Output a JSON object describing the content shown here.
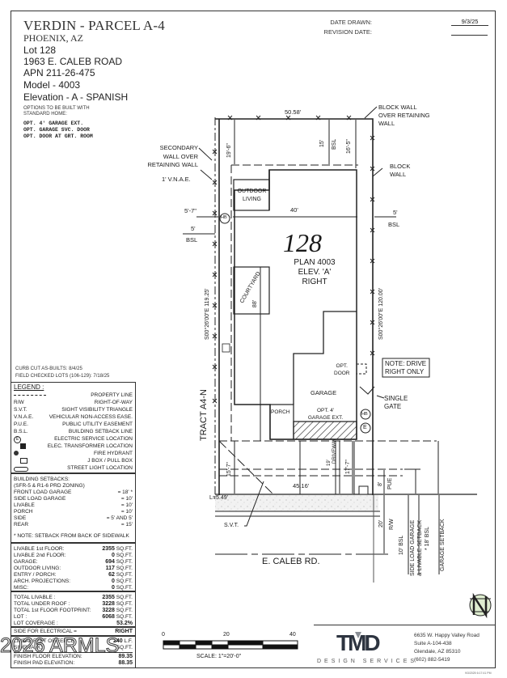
{
  "header": {
    "title": "VERDIN - PARCEL A-4",
    "city": "PHOENIX, AZ",
    "lot": "Lot  128",
    "address": "1963 E. CALEB ROAD",
    "apn": "APN 211-26-475",
    "model": "Model - 4003",
    "elevation": "Elevation - A - SPANISH",
    "options_heading": [
      "OPTIONS TO BE BUILT WITH",
      "STANDARD HOME:"
    ],
    "options": [
      "OPT. 4' GARAGE EXT.",
      "OPT. GARAGE SVC. DOOR",
      "OPT. DOOR AT GRT. ROOM"
    ]
  },
  "dates": {
    "drawn_label": "DATE DRAWN:",
    "drawn_value": "9/3/25",
    "revision_label": "REVISION DATE:",
    "revision_value": ""
  },
  "plan": {
    "lot_number": "128",
    "plan_label": "PLAN 4003",
    "elev_label": "ELEV. 'A'",
    "orientation": "RIGHT",
    "rooms": {
      "outdoor_living": [
        "OUTDOOR",
        "LIVING"
      ],
      "courtyard": "COURTYARD",
      "courtyard_dim": "88'",
      "garage": "GARAGE",
      "garage_ext": [
        "OPT. 4'",
        "GARAGE EXT."
      ],
      "opt_door": [
        "OPT.",
        "DOOR"
      ],
      "porch": "PORCH",
      "driveway": "DRIVEWAY"
    },
    "dimensions": {
      "top_width": "50.58'",
      "rear_setback_19_6": "19'-6\"",
      "rear_15": "15'",
      "rear_bsl": "BSL",
      "rear_16_5": "16'-5\"",
      "house_width": "40'",
      "left_5_7": "5'-7\"",
      "left_5": "5'",
      "left_bsl": "BSL",
      "right_5": "5'",
      "right_bsl": "BSL",
      "left_bearing": "S00°26'00\"E 119.25'",
      "right_bearing": "S00°26'00\"E 120.00'",
      "front_15_7": "15'-7\"",
      "driveway_19": "19'",
      "front_17_7": "17'-7\"",
      "front_width": "45.16'",
      "curve": "L=5.49'",
      "pue_8": "8'",
      "pue": "PUE",
      "rw_20": "20'",
      "rw": "R/W",
      "bsl_10": "10' BSL",
      "side_load": "SIDE LOAD GARAGE",
      "livable_setback": "& LIVABLE SETBACK",
      "bsl_18": "* 18' BSL",
      "garage_setback": "GARAGE SETBACK"
    },
    "callouts": {
      "block_wall_retaining": [
        "BLOCK WALL",
        "OVER RETAINING",
        "WALL"
      ],
      "block_wall": [
        "BLOCK",
        "WALL"
      ],
      "secondary_wall": [
        "SECONDARY",
        "WALL OVER",
        "RETAINING WALL"
      ],
      "vnae": "1' V.N.A.E.",
      "tract": "TRACT A4-N",
      "note": [
        "NOTE: DRIVE",
        "RIGHT ONLY"
      ],
      "single_gate": [
        "SINGLE",
        "GATE"
      ],
      "svt": "S.V.T.",
      "street": "E. CALEB RD.",
      "hb": "HB",
      "e": "E"
    }
  },
  "notes": {
    "curb_cut": "CURB CUT AS-BUILTS: 8/4/25",
    "field_checked": "FIELD CHECKED LOTS (106-129): 7/18/25"
  },
  "legend": {
    "title": "LEGEND :",
    "items": [
      {
        "key": "line",
        "label": "PROPERTY LINE"
      },
      {
        "key": "R/W",
        "label": "RIGHT-OF-WAY"
      },
      {
        "key": "S.V.T.",
        "label": "SIGHT VISIBILITY TRIANGLE"
      },
      {
        "key": "V.N.A.E.",
        "label": "VEHICULAR NON-ACCESS EASE."
      },
      {
        "key": "P.U.E.",
        "label": "PUBLIC UTILITY EASEMENT"
      },
      {
        "key": "B.S.L.",
        "label": "BUILDING SETBACK LINE"
      },
      {
        "key": "electric-icon",
        "label": "ELECTRIC SERVICE LOCATION"
      },
      {
        "key": "transformer-icon",
        "label": "ELEC. TRANSFORMER LOCATION"
      },
      {
        "key": "hydrant-icon",
        "label": "FIRE HYDRANT"
      },
      {
        "key": "jbox-icon",
        "label": "J BOX / PULL BOX"
      },
      {
        "key": "streetlight-icon",
        "label": "STREET LIGHT LOCATION"
      }
    ]
  },
  "setbacks": {
    "heading": "BUILDING SETBACKS:",
    "zoning": "(SFR-5 & R1-6 PRD ZONING)",
    "rows": [
      {
        "label": "FRONT LOAD GARAGE",
        "value": "= 18' *"
      },
      {
        "label": "SIDE LOAD GARAGE",
        "value": "= 10'"
      },
      {
        "label": "LIVABLE",
        "value": "= 10'"
      },
      {
        "label": "PORCH",
        "value": "= 10'"
      },
      {
        "label": "SIDE",
        "value": "= 5' AND 5'"
      },
      {
        "label": "REAR",
        "value": "= 15'"
      }
    ],
    "note": "* NOTE: SETBACK FROM BACK OF SIDEWALK"
  },
  "areas": {
    "rows": [
      {
        "label": "LIVABLE 1st FLOOR:",
        "value": "2355",
        "unit": "SQ.FT."
      },
      {
        "label": "LIVABLE 2nd FLOOR:",
        "value": "0",
        "unit": "SQ.FT."
      },
      {
        "label": "GARAGE:",
        "value": "694",
        "unit": "SQ.FT."
      },
      {
        "label": "OUTDOOR LIVING:",
        "value": "117",
        "unit": "SQ.FT."
      },
      {
        "label": "ENTRY / PORCH:",
        "value": "62",
        "unit": "SQ.FT."
      },
      {
        "label": "ARCH. PROJECTIONS:",
        "value": "0",
        "unit": "SQ.FT."
      },
      {
        "label": "MISC:",
        "value": "0",
        "unit": "SQ.FT."
      }
    ],
    "totals": [
      {
        "label": "TOTAL LIVABLE :",
        "value": "2355",
        "unit": "SQ.FT."
      },
      {
        "label": "TOTAL UNDER ROOF :",
        "value": "3228",
        "unit": "SQ.FT."
      },
      {
        "label": "TOTAL 1st FLOOR FOOTPRINT:",
        "value": "3228",
        "unit": "SQ.FT."
      },
      {
        "label": "LOT :",
        "value": "6068",
        "unit": "SQ.FT."
      },
      {
        "label": "LOT COVERAGE :",
        "value": "53.2%",
        "unit": ""
      }
    ],
    "electrical_label": "SIDE FOR ELECTRICAL =",
    "electrical_value": "RIGHT",
    "fence_label": "LINEAL FEET OF FENCE:",
    "fence_value": "240",
    "fence_unit": "L.F.",
    "sidewalk_label": "SIDEWALK:",
    "sidewalk_value": "",
    "sidewalk_unit": "SQ.FT.",
    "finish_floor_label": "FINISH FLOOR ELEVATION:",
    "finish_floor_value": "89.35",
    "finish_pad_label": "FINISH PAD ELEVATION:",
    "finish_pad_value": "88.35"
  },
  "scale": {
    "ticks": [
      "0",
      "20",
      "40"
    ],
    "label": "SCALE:  1\"=20'-0\""
  },
  "company": {
    "logo": "TMD",
    "tagline": "DESIGN SERVICES",
    "address": [
      "6635 W. Happy Valley Road",
      "Suite A-104-438",
      "Glendale, AZ 85310",
      "(602) 882-5419"
    ]
  },
  "watermark": "2026 ARMLS",
  "print_stamp": "9/3/2025 6:17:41 PM"
}
